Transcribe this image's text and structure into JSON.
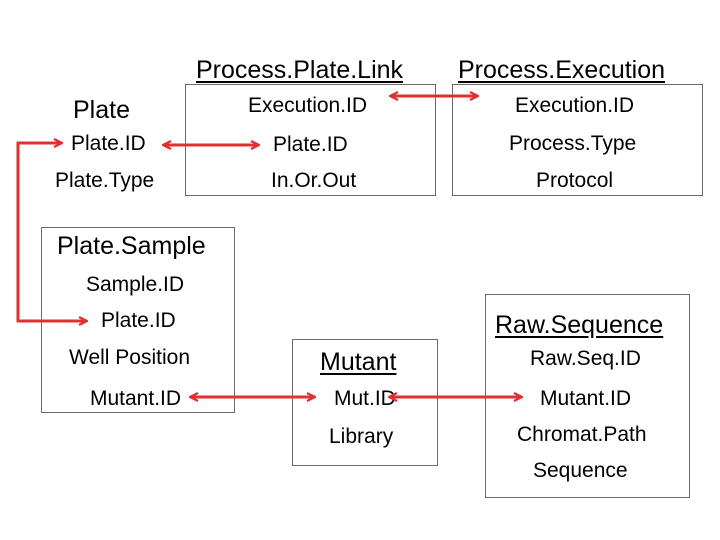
{
  "tables": {
    "plate": {
      "title": "Plate",
      "fields": [
        "Plate.ID",
        "Plate.Type"
      ]
    },
    "process_plate_link": {
      "title": "Process.Plate.Link",
      "fields": [
        "Execution.ID",
        "Plate.ID",
        "In.Or.Out"
      ]
    },
    "process_execution": {
      "title": "Process.Execution",
      "fields": [
        "Execution.ID",
        "Process.Type",
        "Protocol"
      ]
    },
    "plate_sample": {
      "title": "Plate.Sample",
      "fields": [
        "Sample.ID",
        "Plate.ID",
        "Well Position",
        "Mutant.ID"
      ]
    },
    "mutant": {
      "title": "Mutant",
      "fields": [
        "Mut.ID",
        "Library"
      ]
    },
    "raw_sequence": {
      "title": "Raw.Sequence",
      "fields": [
        "Raw.Seq.ID",
        "Mutant.ID",
        "Chromat.Path",
        "Sequence"
      ]
    }
  },
  "colors": {
    "arrow": "#e03030",
    "border": "#6b6b6b",
    "text": "#000000"
  }
}
